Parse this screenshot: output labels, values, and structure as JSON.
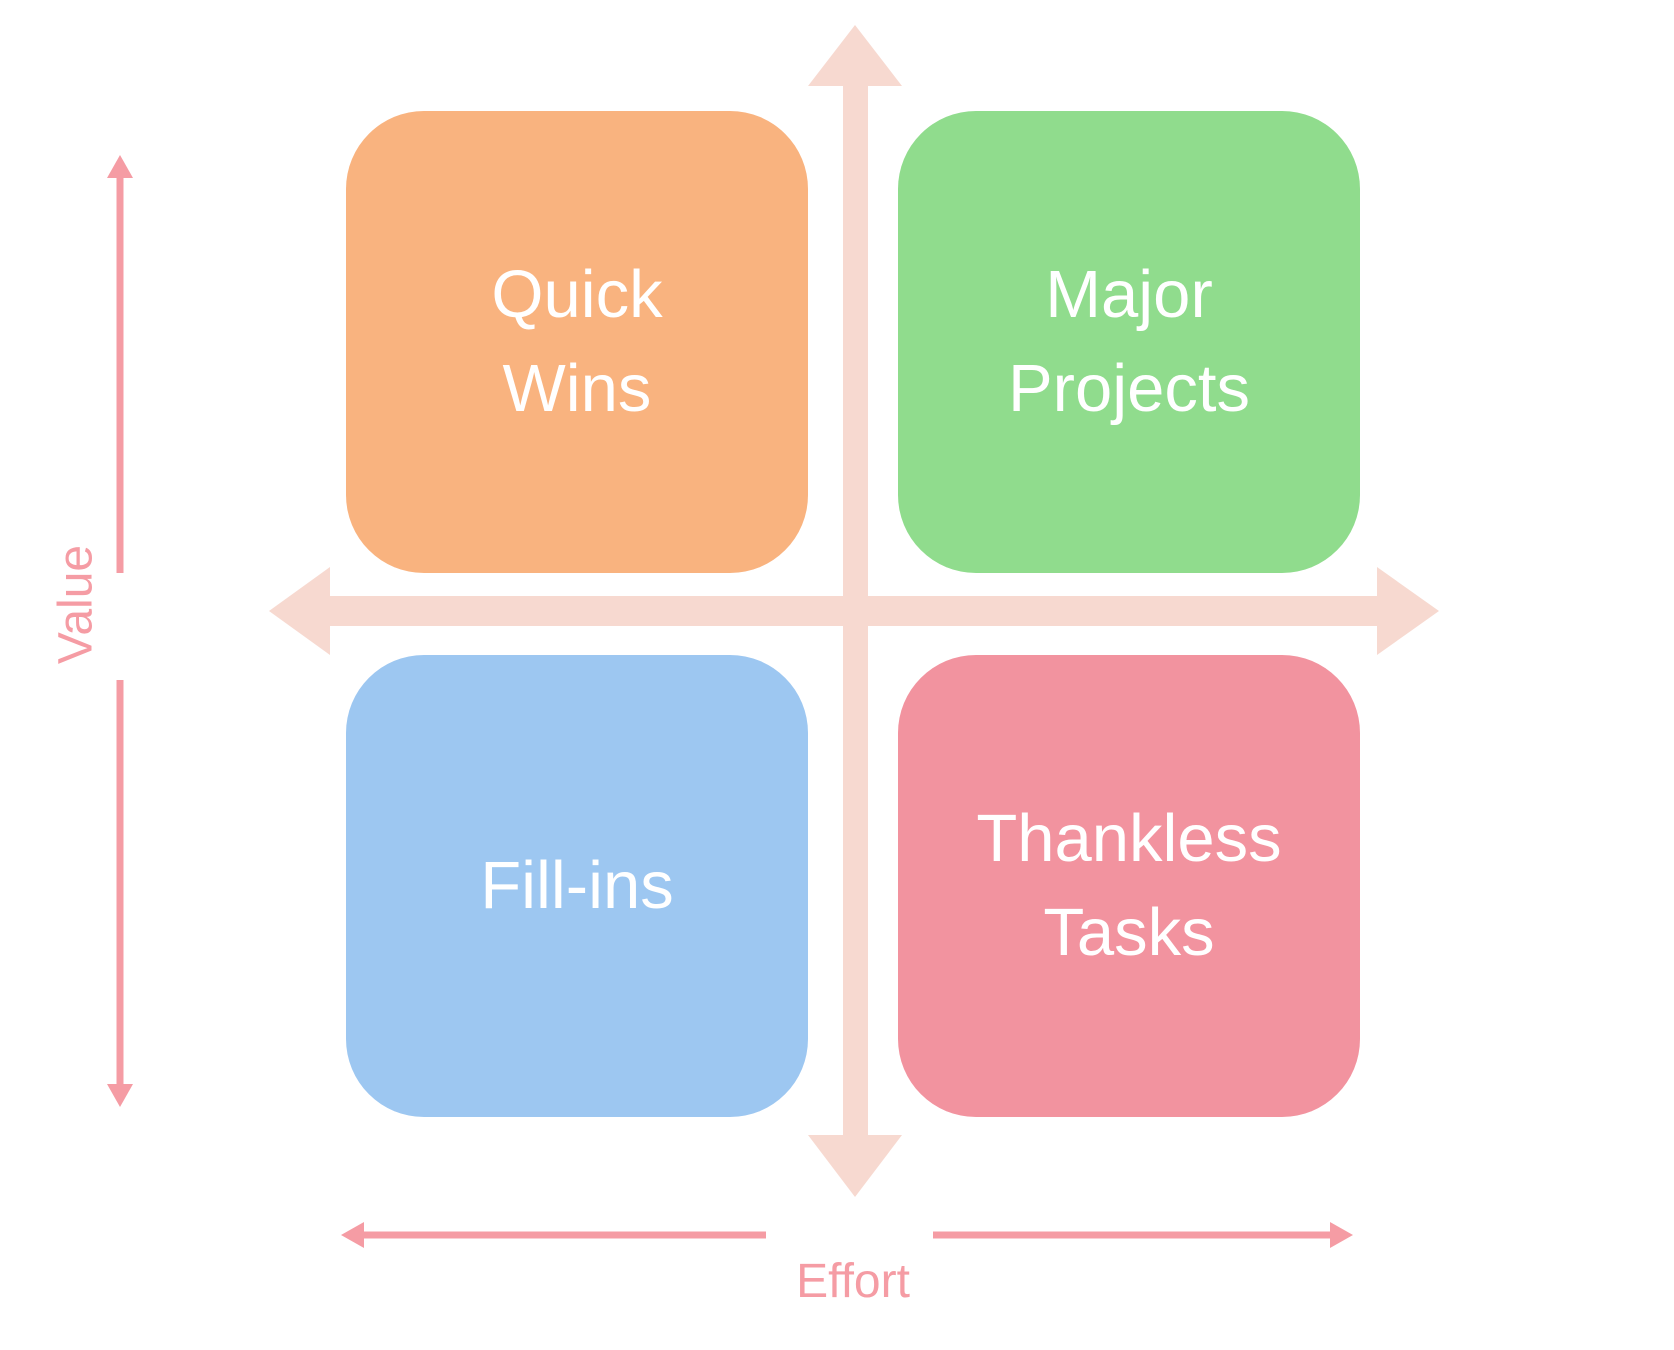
{
  "matrix": {
    "quadrants": [
      {
        "id": "quick-wins",
        "label": "Quick\nWins",
        "color": "#F9B37F",
        "position": "top-left"
      },
      {
        "id": "major-projects",
        "label": "Major\nProjects",
        "color": "#90DC8D",
        "position": "top-right"
      },
      {
        "id": "fill-ins",
        "label": "Fill-ins",
        "color": "#9DC7F1",
        "position": "bottom-left"
      },
      {
        "id": "thankless-tasks",
        "label": "Thankless\nTasks",
        "color": "#F2939F",
        "position": "bottom-right"
      }
    ],
    "axes": {
      "y_label": "Value",
      "x_label": "Effort",
      "label_color": "#F59CA4"
    },
    "colors": {
      "big_axis": "#F7D9D0",
      "small_axis": "#F59CA4",
      "quadrant_text": "#FFFFFF"
    }
  }
}
